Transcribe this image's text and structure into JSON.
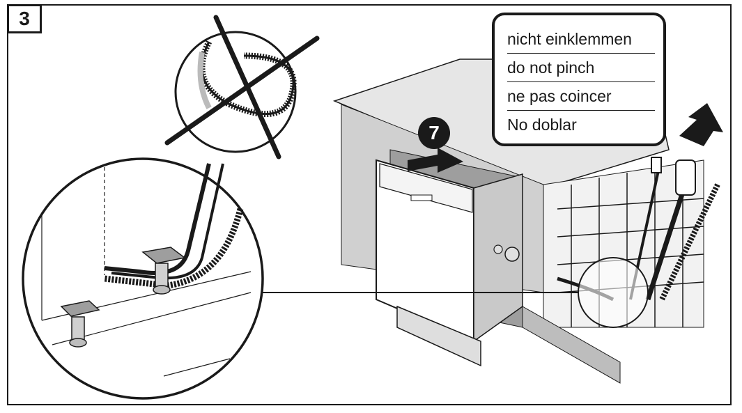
{
  "step": {
    "number": "3"
  },
  "marker": {
    "number": "7"
  },
  "callout": {
    "lines": [
      "nicht einklemmen",
      "do not pinch",
      "ne pas coincer",
      "No doblar"
    ]
  },
  "colors": {
    "ink": "#1a1a1a",
    "panel": "#e3e3e3",
    "panel_dark": "#bdbdbd",
    "paper": "#ffffff"
  }
}
